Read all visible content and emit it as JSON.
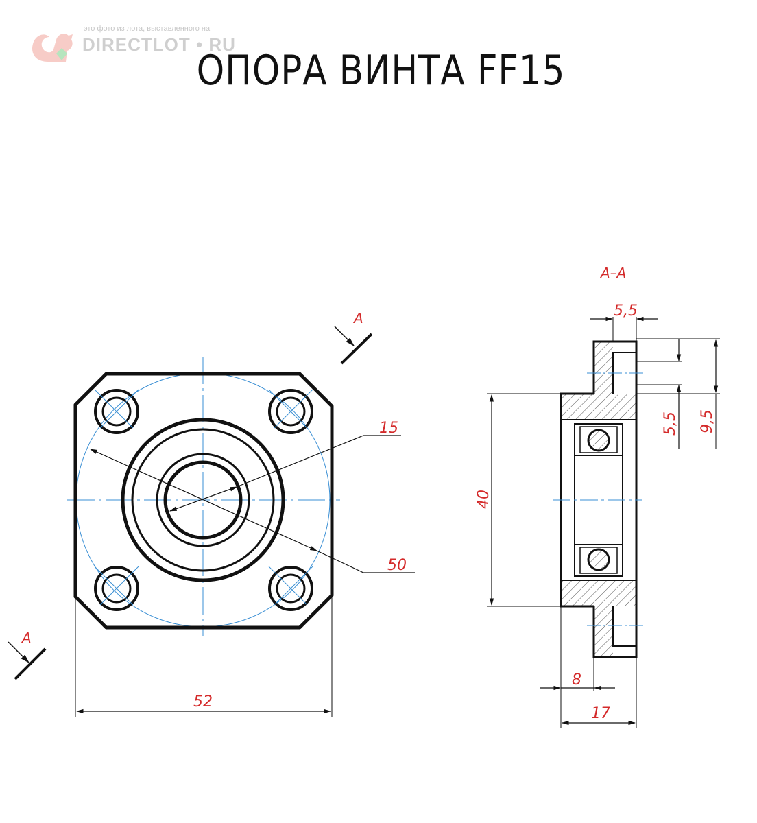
{
  "watermark": {
    "caption": "это фото из лота, выставленного на",
    "brand": "DIRECTLOT • RU"
  },
  "title": "ОПОРА ВИНТА FF15",
  "dimensions": {
    "bore_diameter": "15",
    "hole_circle_diameter": "50",
    "flange_width": "52",
    "body_diameter": "40",
    "flange_thickness": "8",
    "total_length": "17",
    "counterbore_depth": "5,5",
    "hole_diameter": "5,5",
    "counterbore_diameter": "9,5"
  },
  "section": {
    "label": "A–A",
    "cut_mark_top": "A",
    "cut_mark_bottom": "A"
  },
  "colors": {
    "outline": "#111111",
    "centerline": "#3a8fd4",
    "dimension_text": "#d42a2a",
    "hatch": "#555555"
  }
}
